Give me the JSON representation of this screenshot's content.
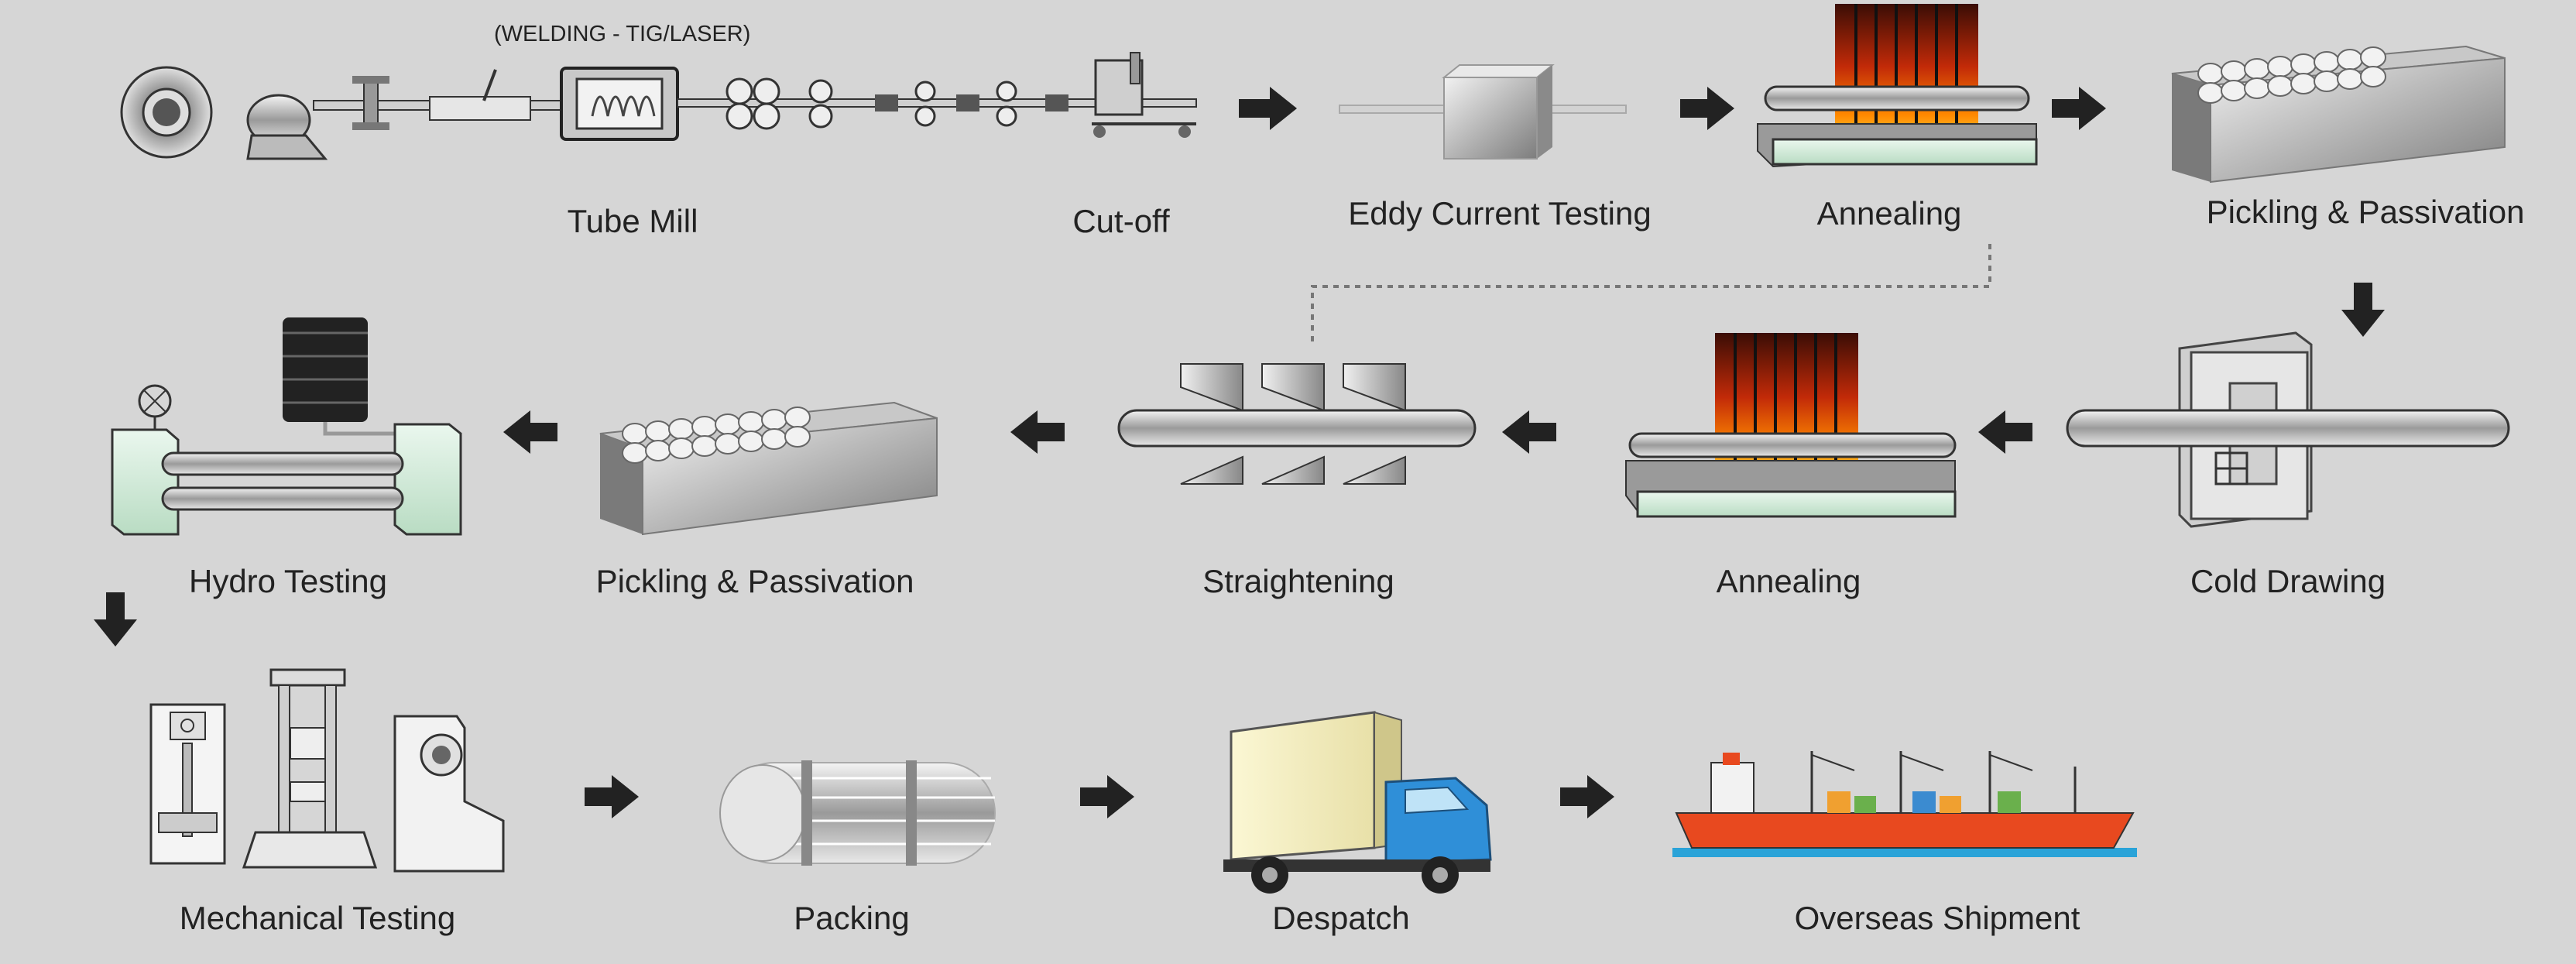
{
  "diagram": {
    "welding_note": "(WELDING - TIG/LASER)",
    "steps": {
      "tube_mill": "Tube Mill",
      "cut_off": "Cut-off",
      "eddy_current_testing": "Eddy Current Testing",
      "annealing_1": "Annealing",
      "pickling_passivation_1": "Pickling & Passivation",
      "cold_drawing": "Cold Drawing",
      "annealing_2": "Annealing",
      "straightening": "Straightening",
      "pickling_passivation_2": "Pickling & Passivation",
      "hydro_testing": "Hydro Testing",
      "mechanical_testing": "Mechanical Testing",
      "packing": "Packing",
      "despatch": "Despatch",
      "overseas_shipment": "Overseas Shipment"
    }
  },
  "colors": {
    "background": "#d6d6d6",
    "arrow": "#222222",
    "fire": "#ff6a00",
    "truck_cab": "#2f8fd8",
    "ship_hull": "#e8491f"
  }
}
